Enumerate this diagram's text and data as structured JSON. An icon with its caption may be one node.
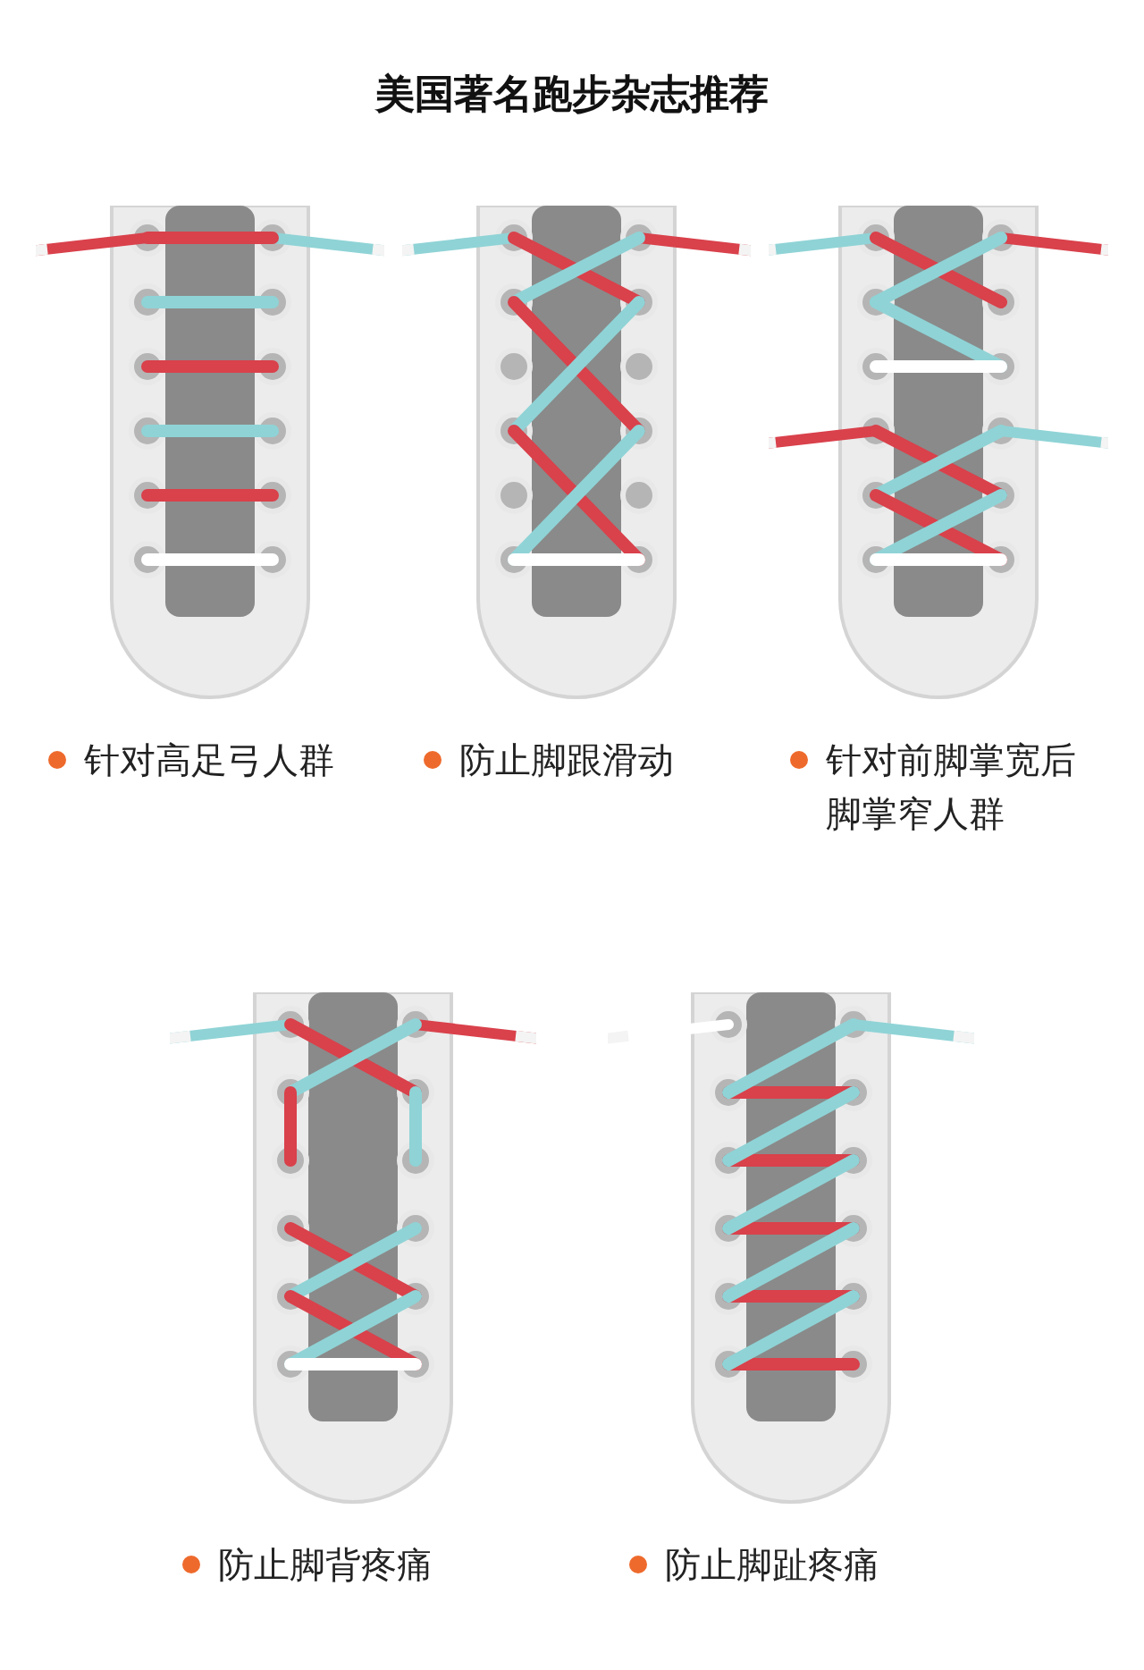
{
  "diagram": {
    "title": "美国著名跑步杂志推荐",
    "labels": [
      "针对高足弓人群",
      "防止脚跟滑动",
      "针对前脚掌宽后脚掌窄人群",
      "防止脚背疼痛",
      "防止脚趾疼痛"
    ]
  }
}
